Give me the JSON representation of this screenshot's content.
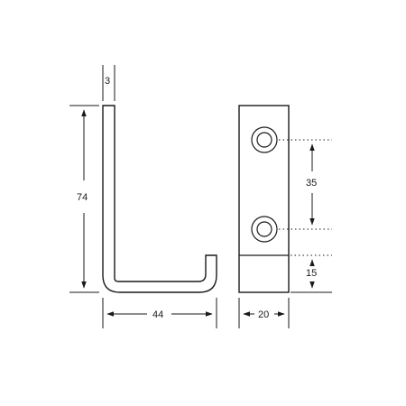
{
  "dimensions": {
    "thickness": "3",
    "height": "74",
    "width": "44",
    "hole_spacing": "35",
    "base_height": "15",
    "plate_width": "20"
  },
  "colors": {
    "ink": "#1a1a1a",
    "background": "#ffffff"
  }
}
